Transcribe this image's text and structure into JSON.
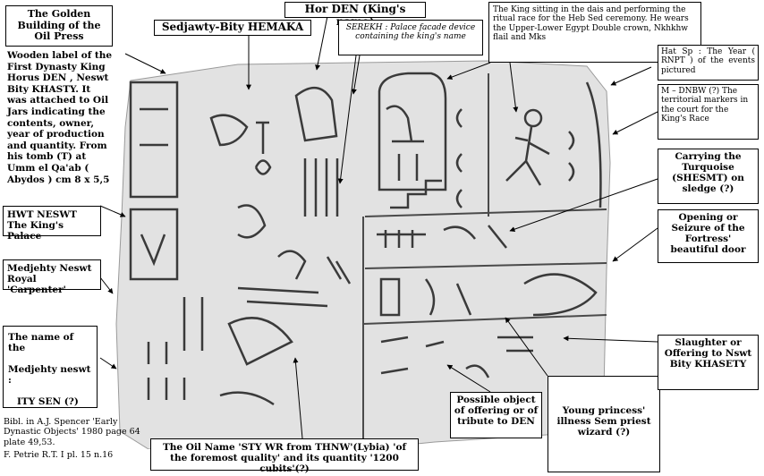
{
  "labels": {
    "golden_building": "The Golden Building of the Oil Press",
    "intro": "Wooden label of the First Dynasty King Horus DEN , Neswt Bity KHASTY. It was attached to Oil Jars indicating the contents, owner, year of production and quantity. From his tomb (T) at Umm el Qa'ab ( Abydos ) cm 8 x 5,5",
    "hwt_neswt": "HWT NESWT The King's Palace",
    "medjehty": "Medjehty Neswt Royal 'Carpenter'",
    "name_medjehty_1": "The name of the",
    "name_medjehty_2": "Medjehty neswt :",
    "name_medjehty_3": "ITY SEN (?)",
    "bibl_1": "Bibl. in A.J. Spencer 'Early Dynastic Objects' 1980 page 64 plate 49,53.",
    "bibl_2": "F. Petrie R.T. I pl. 15 n.16",
    "oil_name": "The Oil Name 'STY WR from THNW'(Lybia) 'of the foremost quality' and its quantity '1200 cubits'(?)",
    "possible_object": "Possible object of offering or of tribute to DEN",
    "princess": "Young princess' illness Sem priest wizard (?)",
    "hor_den": "Hor DEN (King's name)",
    "sedjawty": "Sedjawty-Bity HEMAKA",
    "serekh": "SEREKH : Palace facade device containing the king's name",
    "king_sitting": "The King sitting in the dais and performing the ritual race for the Heb Sed ceremony. He wears the Upper-Lower Egypt Double crown, Nkhkhw flail and Mks",
    "hat_sp": "Hat Sp : The Year ( RNPT ) of the events pictured",
    "m_dnbw": "M – DNBW (?) The territorial markers in the court for the King's Race",
    "turquoise": "Carrying the Turquoise (SHESMT) on sledge (?)",
    "opening": "Opening or Seizure of the Fortress' beautiful door",
    "slaughter": "Slaughter or Offering to Nswt Bity KHASETY"
  },
  "colors": {
    "tablet_fill": "#e2e2e2",
    "glyph_stroke": "#3a3a3a",
    "arrow": "#000000"
  }
}
